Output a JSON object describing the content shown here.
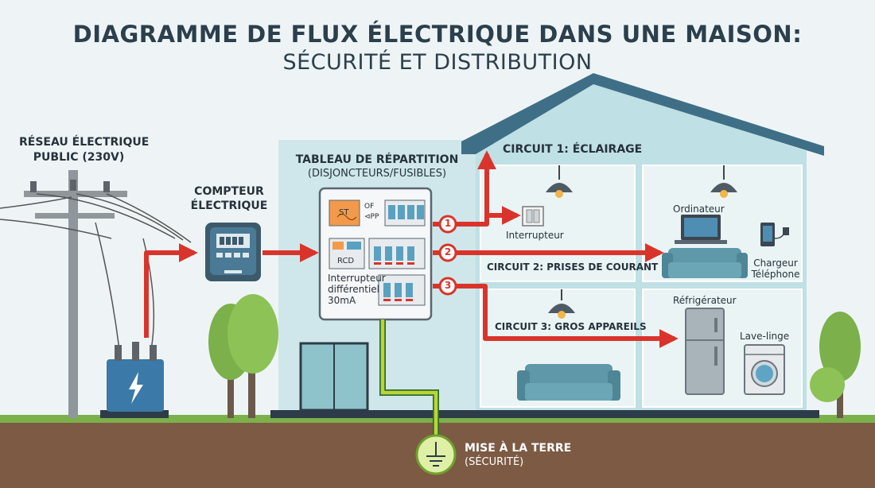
{
  "title": "DIAGRAMME DE FLUX ÉLECTRIQUE DANS UNE MAISON:",
  "subtitle": "SÉCURITÉ ET DISTRIBUTION",
  "grid": {
    "line1": "RÉSEAU ÉLECTRIQUE",
    "line2": "PUBLIC (230V)"
  },
  "meter": {
    "line1": "COMPTEUR",
    "line2": "ÉLECTRIQUE"
  },
  "panel": {
    "line1": "TABLEAU DE RÉPARTITION",
    "line2": "(DISJONCTEURS/FUSIBLES)",
    "module_st": "ST",
    "module_of": "OF",
    "module_pp": "⊲PP",
    "module_rcd": "RCD",
    "rcd_label": [
      "Interrupteur",
      "différentiel",
      "30mA"
    ]
  },
  "circuits": [
    {
      "number": "1",
      "label": "CIRCUIT 1: ÉCLAIRAGE"
    },
    {
      "number": "2",
      "label": "CIRCUIT 2: PRISES DE COURANT"
    },
    {
      "number": "3",
      "label": "CIRCUIT 3: GROS APPAREILS"
    }
  ],
  "devices": {
    "switch": "Interrupteur",
    "computer": "Ordinateur",
    "charger": [
      "Chargeur",
      "Téléphone"
    ],
    "fridge": "Réfrigérateur",
    "washer": "Lave-linge"
  },
  "ground": {
    "line1": "MISE À LA TERRE",
    "line2": "(SÉCURITÉ)"
  },
  "colors": {
    "arrow": "#d9342b",
    "house_wall": "#bfe0e4",
    "roof": "#3f6f86",
    "ground_wire": "#b9d536",
    "soil": "#7d5a43",
    "grass": "#7bb04a"
  }
}
